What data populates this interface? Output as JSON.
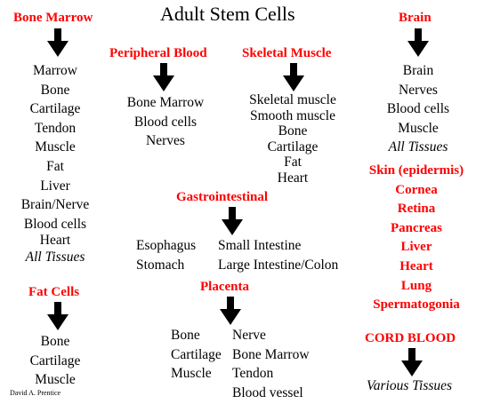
{
  "title": "Adult Stem Cells",
  "author": "David A. Prentice",
  "bone_marrow": {
    "heading": "Bone Marrow",
    "items": [
      "Marrow",
      "Bone",
      "Cartilage",
      "Tendon",
      "Muscle",
      "Fat",
      "Liver",
      "Brain/Nerve",
      "Blood cells",
      "Heart"
    ],
    "all": "All Tissues"
  },
  "peripheral_blood": {
    "heading": "Peripheral Blood",
    "items": [
      "Bone Marrow",
      "Blood cells",
      "Nerves"
    ]
  },
  "skeletal_muscle": {
    "heading": "Skeletal Muscle",
    "items": [
      "Skeletal muscle",
      "Smooth muscle",
      "Bone",
      "Cartilage",
      "Fat",
      "Heart"
    ]
  },
  "brain": {
    "heading": "Brain",
    "items": [
      "Brain",
      "Nerves",
      "Blood cells",
      "Muscle"
    ],
    "all": "All Tissues"
  },
  "skin": {
    "heading": "Skin (epidermis)",
    "items": [
      "Cornea",
      "Retina",
      "Pancreas",
      "Liver",
      "Heart",
      "Lung",
      "Spermatogonia"
    ]
  },
  "gastrointestinal": {
    "heading": "Gastrointestinal",
    "left": [
      "Esophagus",
      "Stomach"
    ],
    "right": [
      "Small Intestine",
      "Large Intestine/Colon"
    ]
  },
  "fat_cells": {
    "heading": "Fat Cells",
    "items": [
      "Bone",
      "Cartilage",
      "Muscle"
    ]
  },
  "placenta": {
    "heading": "Placenta",
    "left": [
      "Bone",
      "Cartilage",
      "Muscle"
    ],
    "right": [
      "Nerve",
      "Bone Marrow",
      "Tendon",
      "Blood vessel"
    ]
  },
  "cord_blood": {
    "heading": "CORD BLOOD",
    "items": [
      "Various Tissues"
    ]
  },
  "colors": {
    "heading": "#ff0000",
    "text": "#000000",
    "arrow": "#000000"
  }
}
